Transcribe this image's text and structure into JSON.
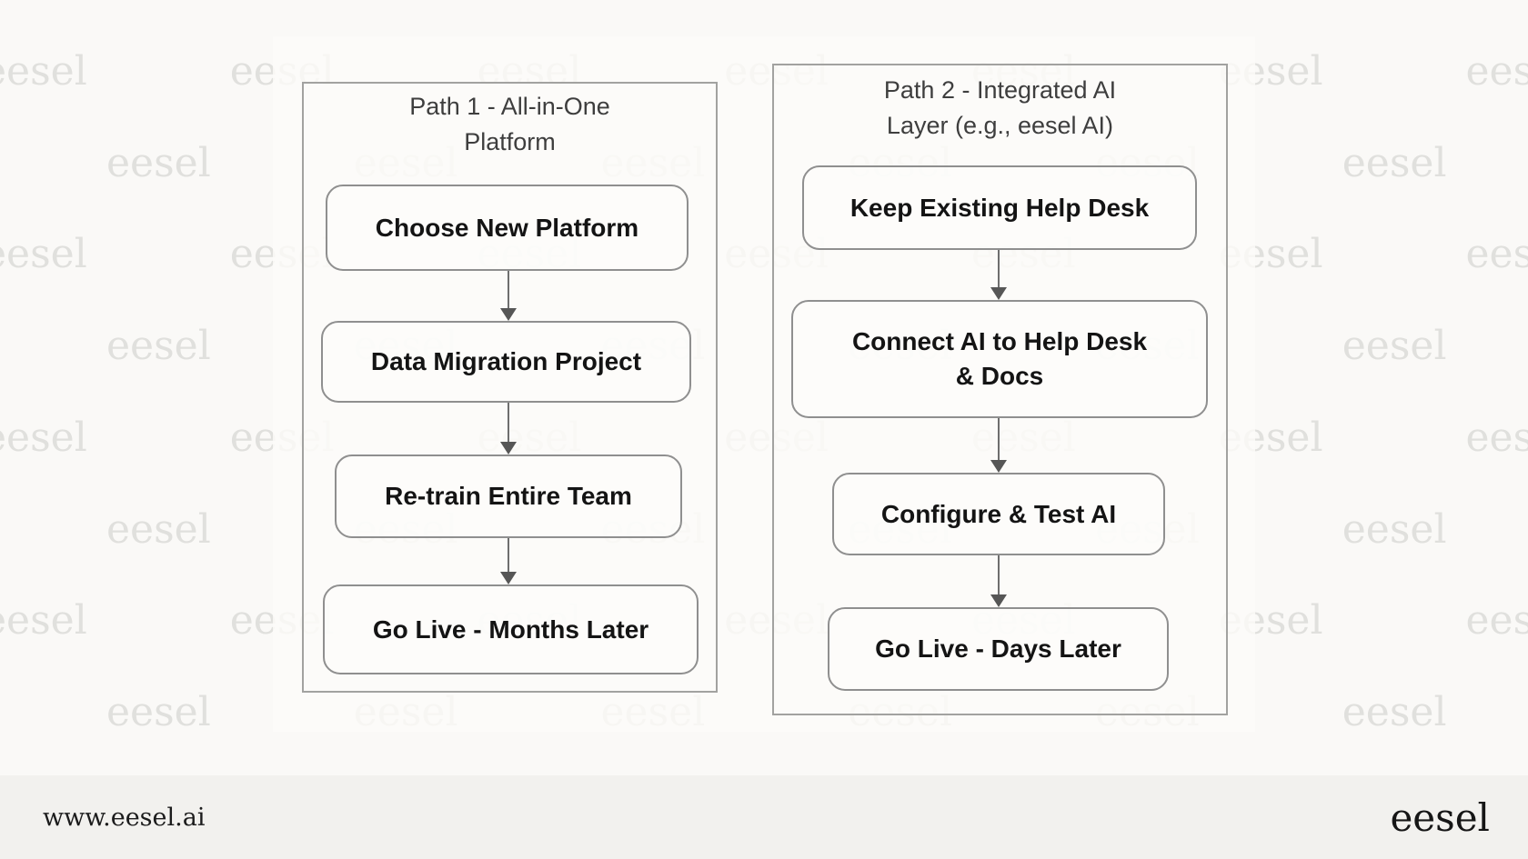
{
  "watermark": {
    "text": "eesel"
  },
  "diagram": {
    "paths": [
      {
        "title": "Path 1 - All-in-One Platform",
        "steps": [
          "Choose New Platform",
          "Data Migration Project",
          "Re-train Entire Team",
          "Go Live - Months Later"
        ]
      },
      {
        "title": "Path 2 - Integrated AI Layer (e.g., eesel AI)",
        "steps": [
          "Keep Existing Help Desk",
          "Connect AI to Help Desk & Docs",
          "Configure & Test AI",
          "Go Live - Days Later"
        ]
      }
    ]
  },
  "footer": {
    "website": "www.eesel.ai",
    "logo_text": "eesel"
  },
  "colors": {
    "page_background": "#faf9f7",
    "panel_border": "#a2a2a0",
    "box_border": "#8f8f8f",
    "box_text": "#141414",
    "panel_title_text": "#3e3e3e",
    "arrow": "#5f5f5f",
    "footer_background": "#f2f1ee",
    "watermark_text": "#8c8984"
  }
}
